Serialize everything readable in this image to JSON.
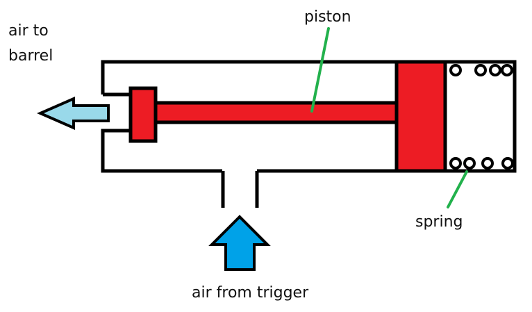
{
  "labels": {
    "air_to_line1": "air to",
    "air_to_line2": "barrel",
    "piston": "piston",
    "spring": "spring",
    "air_from": "air from trigger"
  },
  "colors": {
    "outline": "#000000",
    "piston": "#ed1c24",
    "outlet_arrow": "#99d9ea",
    "inlet_arrow": "#00a2e8",
    "leader": "#22b14c"
  }
}
